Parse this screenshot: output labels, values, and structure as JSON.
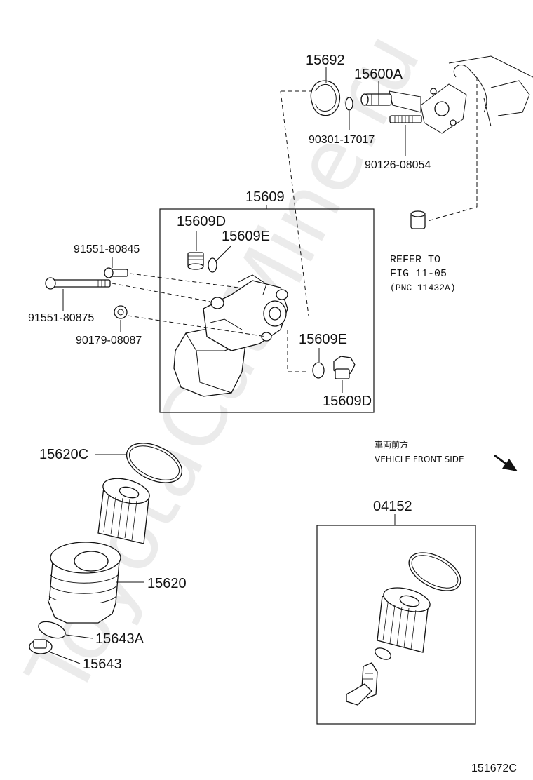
{
  "watermark": "ToyotaCatMine.ru",
  "labels": {
    "p15692": "15692",
    "p15600A": "15600A",
    "p90301": "90301-17017",
    "p90126": "90126-08054",
    "p15609": "15609",
    "p15609D_top": "15609D",
    "p15609E_top": "15609E",
    "p91551_80845": "91551-80845",
    "p91551_80875": "91551-80875",
    "p90179": "90179-08087",
    "p15609E_low": "15609E",
    "p15609D_low": "15609D",
    "refer_line1": "REFER TO",
    "refer_line2": "FIG 11-05",
    "refer_line3": "(PNC 11432A)",
    "p15620C": "15620C",
    "p15620": "15620",
    "p15643A": "15643A",
    "p15643": "15643",
    "p04152": "04152",
    "front_jp": "車両前方",
    "front_en": "VEHICLE FRONT SIDE",
    "figure_code": "151672C"
  }
}
